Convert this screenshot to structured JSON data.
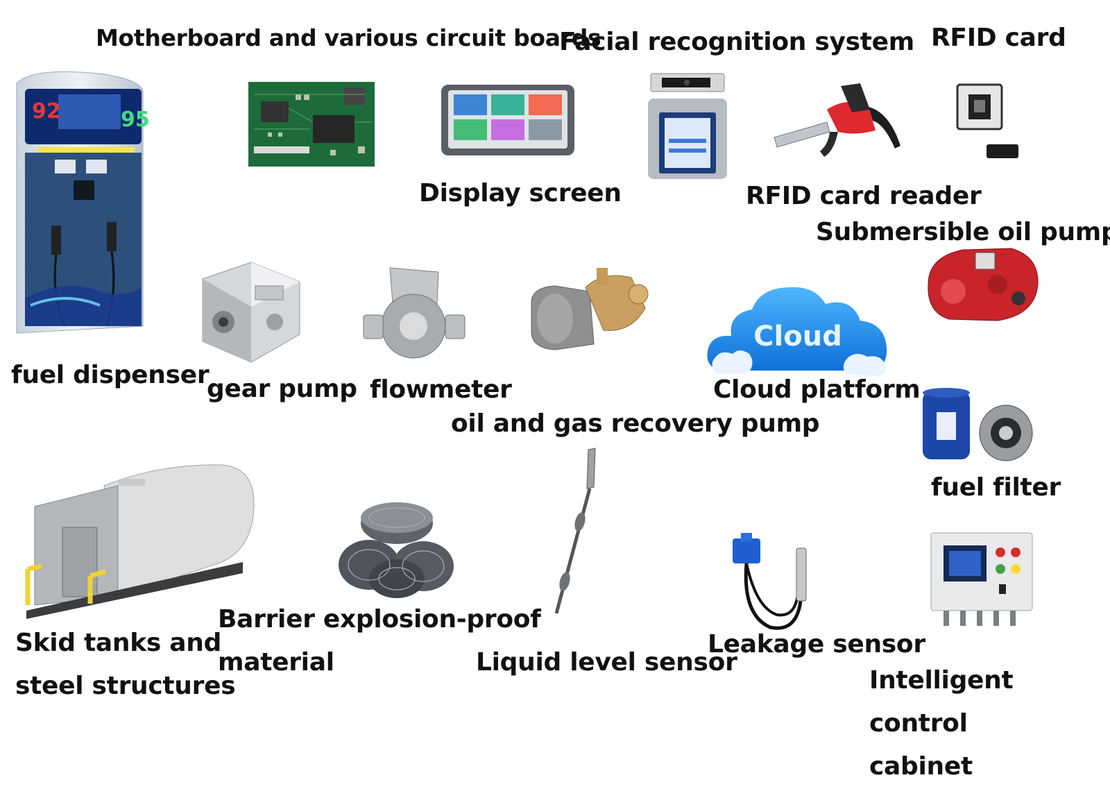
{
  "labels": {
    "motherboard": "Motherboard and various circuit boards",
    "facial": "Facial recognition system",
    "rfid_card": "RFID card",
    "display": "Display screen",
    "rfid_reader": "RFID card reader",
    "submersible": "Submersible oil pump",
    "fuel_dispenser": "fuel dispenser",
    "gear_pump": "gear pump",
    "flowmeter": "flowmeter",
    "cloud_platform": "Cloud platform",
    "vapor_pump": "oil and gas recovery pump",
    "fuel_filter": "fuel filter",
    "skid_line1": "Skid tanks and",
    "skid_line2": "steel structures",
    "barrier_line1": "Barrier explosion-proof",
    "barrier_line2": "material",
    "liquid_level": "Liquid level sensor",
    "leakage": "Leakage sensor",
    "cabinet_line1": "Intelligent control",
    "cabinet_line2": "cabinet"
  },
  "graphics": {
    "dispenser_grade_left": "92",
    "dispenser_grade_right": "95",
    "cloud_word": "Cloud"
  }
}
